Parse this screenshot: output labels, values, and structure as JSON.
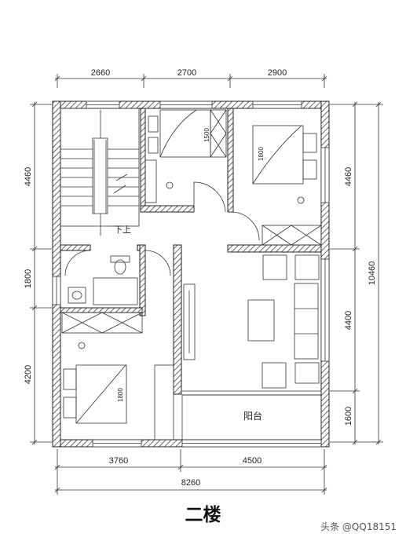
{
  "title": "二楼",
  "watermark": "头条 @QQ18151",
  "dimensions": {
    "top": [
      "2660",
      "2700",
      "2900"
    ],
    "bottom_segments": [
      "3760",
      "4500"
    ],
    "bottom_total": "8260",
    "left": [
      "4460",
      "1800",
      "4200"
    ],
    "right_inner": [
      "4460",
      "4400",
      "1600"
    ],
    "right_total": "10460"
  },
  "labels": {
    "balcony": "阳台",
    "stairs": "下上",
    "bed_top": "1500",
    "bed_right": "1800",
    "bed_left": "1800"
  }
}
